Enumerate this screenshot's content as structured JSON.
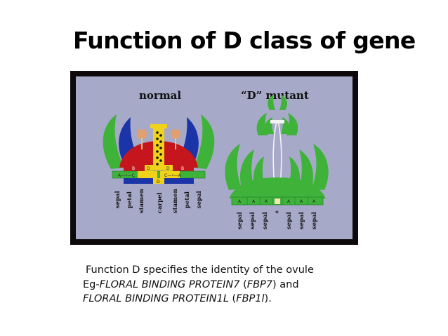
{
  "title": "Function of D class of gene",
  "figure": {
    "normal_label": "normal",
    "mutant_label": "“D” mutant",
    "normal_organs": [
      "sepal",
      "petal",
      "stamen",
      "carpel",
      "stamen",
      "petal",
      "sepal"
    ],
    "mutant_organs": [
      "sepal",
      "sepal",
      "sepal",
      "*",
      "sepal",
      "sepal",
      "sepal"
    ],
    "normal_genes": {
      "left_arrow": "A—•—C",
      "right_arrow": "C—•—A",
      "b_left": "B",
      "b_right": "B",
      "d_left": "D",
      "d_right": "D",
      "bottom": "D"
    },
    "mutant_genes": [
      "A",
      "A",
      "A",
      "A",
      "A",
      "A"
    ],
    "colors": {
      "panel": "#a6a9c8",
      "green": "#3fb23a",
      "dark_green": "#1f7a2a",
      "blue": "#1b34a8",
      "red": "#c4161c",
      "yellow": "#f0d21b",
      "cream": "#f3e7b5"
    }
  },
  "caption": {
    "line1": "Function D specifies the identity of the ovule",
    "line2_prefix": "Eg-",
    "line2_italic": "FLORAL BINDING PROTEIN7",
    "line2_paren_open": " (",
    "line2_abbr": "FBP7",
    "line2_suffix": ") and",
    "line3_italic": "FLORAL BINDING PROTEIN1L",
    "line3_paren_open": " (",
    "line3_abbr": "FBP1l",
    "line3_suffix": ")."
  }
}
